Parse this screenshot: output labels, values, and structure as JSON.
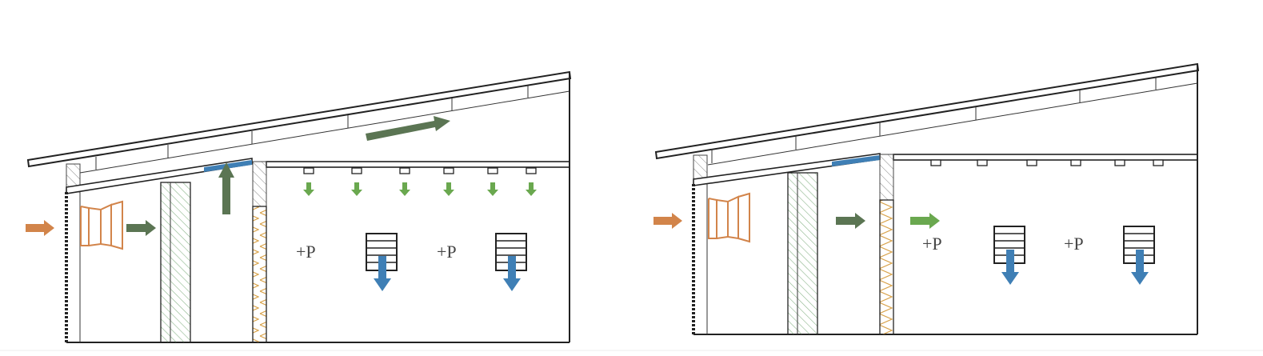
{
  "diagrams": [
    {
      "labels": [
        "+P",
        "+P"
      ]
    },
    {
      "labels": [
        "+P",
        "+P"
      ]
    }
  ],
  "colors": {
    "orange": "#d2844a",
    "dark_green": "#5b7553",
    "light_green": "#6aa84f",
    "blue": "#3f7fb5",
    "hatch": "#888888",
    "green_hatch": "#8bb58a",
    "zigzag": "#d8a24a"
  }
}
